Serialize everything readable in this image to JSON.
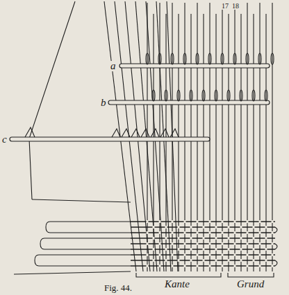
{
  "diagram": {
    "caption": "Fig. 44.",
    "labels": [
      "17",
      "18",
      "a",
      "b",
      "c",
      "Kante",
      "Grund"
    ]
  }
}
